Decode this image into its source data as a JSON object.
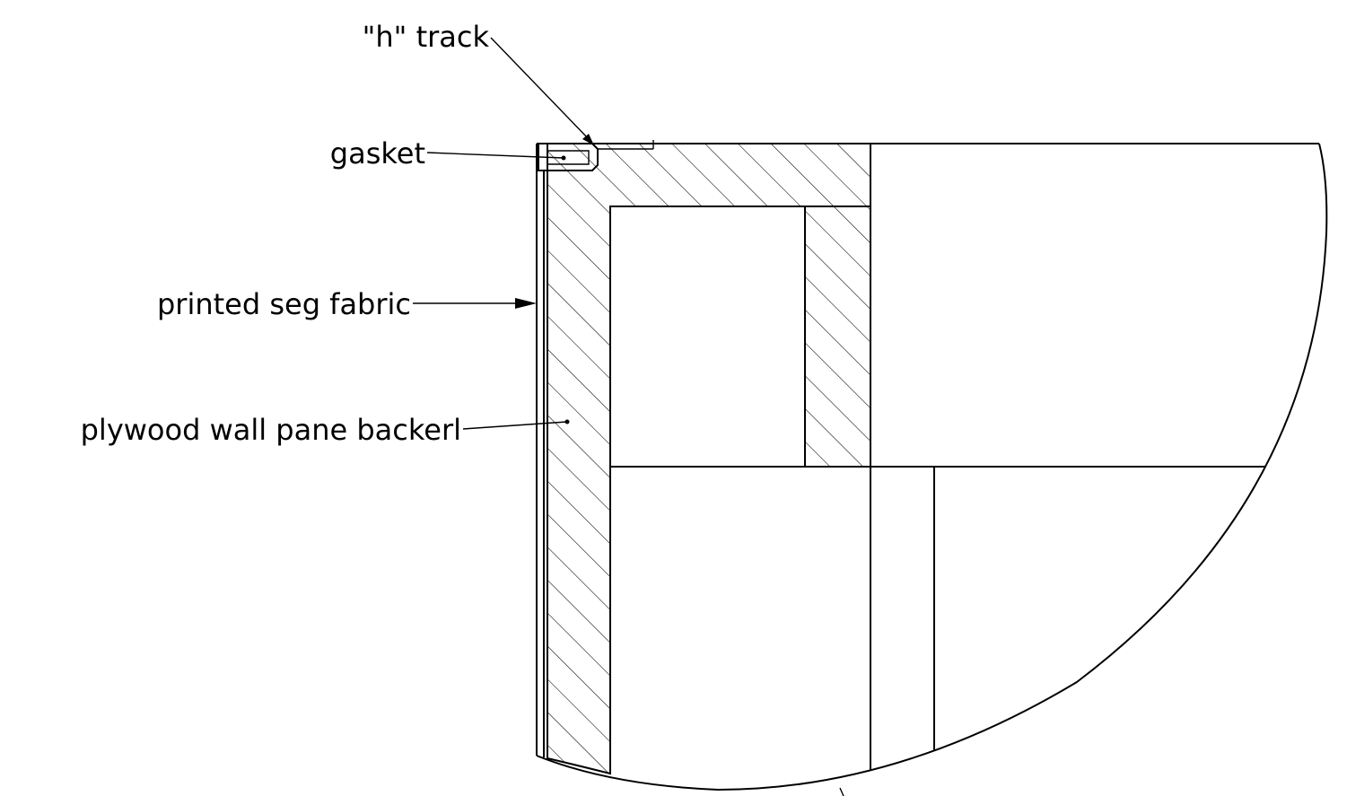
{
  "labels": {
    "h_track": "\"h\" track",
    "gasket": "gasket",
    "fabric": "printed seg fabric",
    "backer": "plywood wall pane backerl"
  },
  "colors": {
    "line": "#000000",
    "background": "#ffffff"
  }
}
